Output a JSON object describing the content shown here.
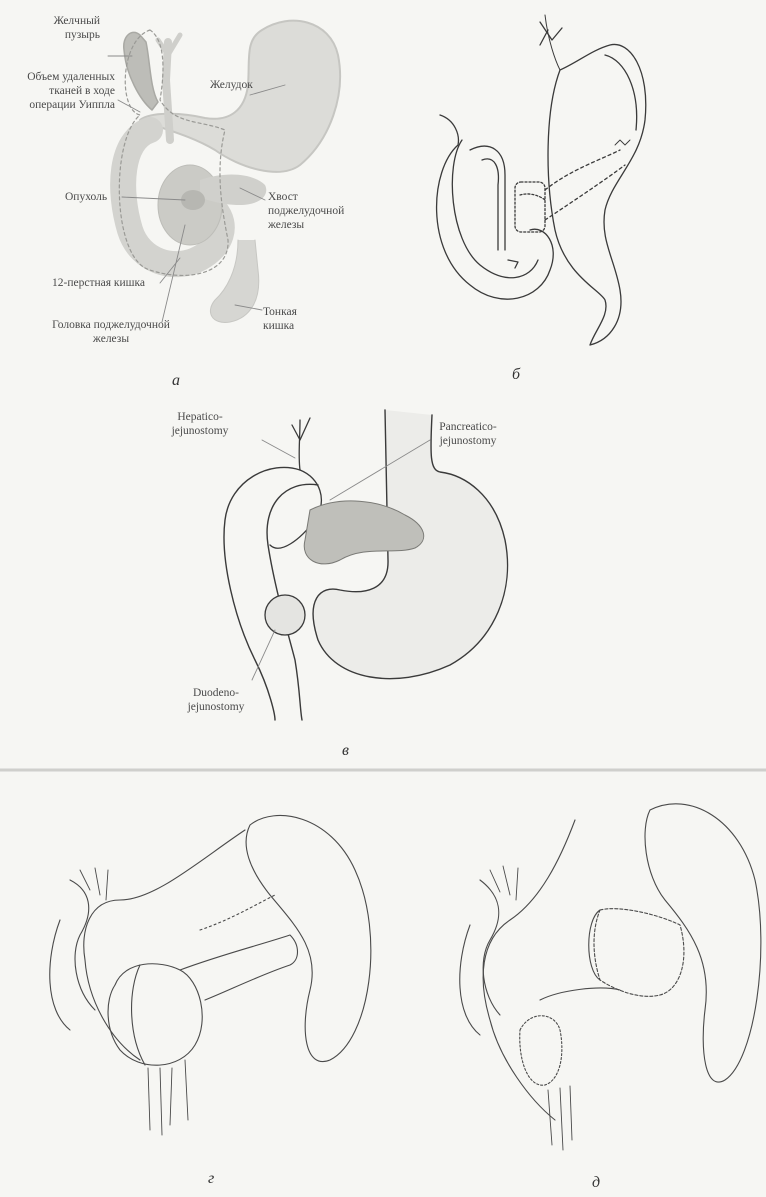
{
  "panel_a": {
    "caption": "а",
    "labels": {
      "gallbladder": [
        "Желчный",
        "пузырь"
      ],
      "resected_volume": [
        "Объем удаленных",
        "тканей в ходе",
        "операции Уиппла"
      ],
      "stomach": "Желудок",
      "tumor": "Опухоль",
      "pancreas_tail": [
        "Хвост",
        "поджелудочной",
        "железы"
      ],
      "duodenum": "12-перстная кишка",
      "pancreas_head": [
        "Головка поджелудочной",
        "железы"
      ],
      "small_intestine": [
        "Тонкая",
        "кишка"
      ]
    }
  },
  "panel_b": {
    "caption": "б"
  },
  "panel_c": {
    "caption": "в",
    "labels": {
      "hepaticojejunostomy": [
        "Hepatico-",
        "jejunostomy"
      ],
      "pancreaticojejunostomy": [
        "Pancreatico-",
        "jejunostomy"
      ],
      "duodenojejunostomy": [
        "Duodeno-",
        "jejunostomy"
      ]
    }
  },
  "panel_d": {
    "caption": "г"
  },
  "panel_e": {
    "caption": "д"
  },
  "colors": {
    "line": "#3a3a3a",
    "organ_fill": "#d9d9d6",
    "leader": "#8a8a8a",
    "background": "#f6f6f3"
  }
}
